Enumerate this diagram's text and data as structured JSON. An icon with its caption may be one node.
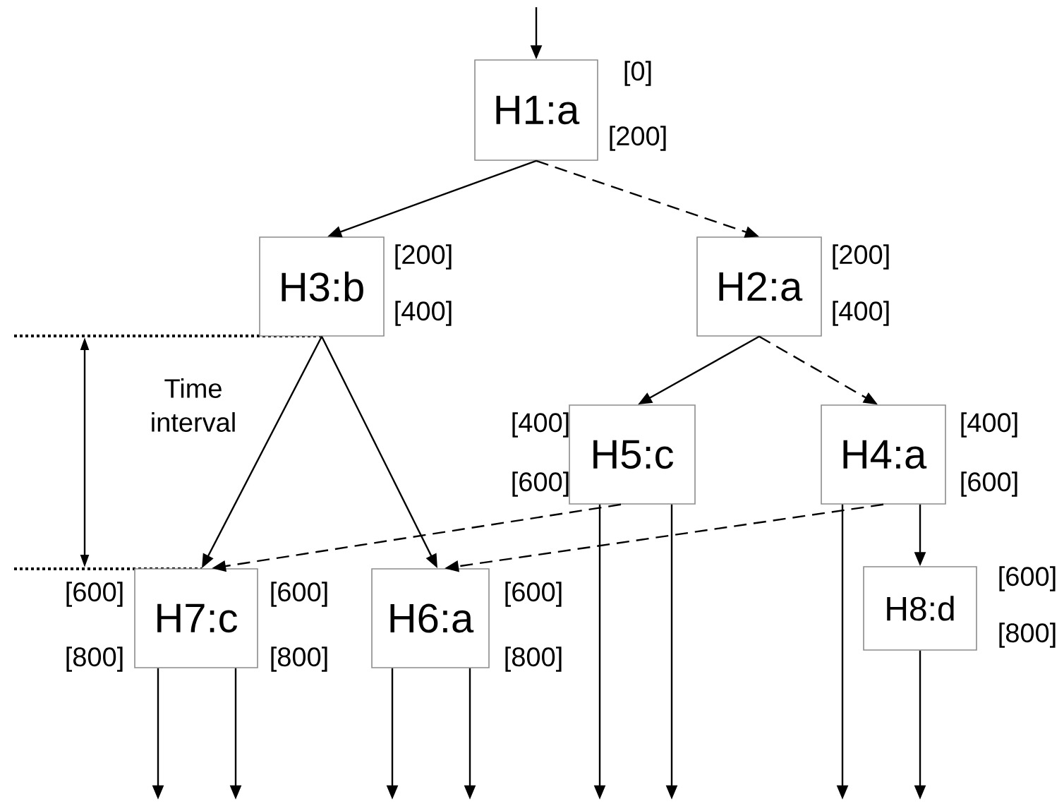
{
  "diagram": {
    "nodes": [
      {
        "text": [
          "H1:a"
        ],
        "beside": [
          "[0]",
          "[200]"
        ]
      },
      {
        "text": [
          "H3:b"
        ],
        "beside": [
          "[200]",
          "[400]"
        ]
      },
      {
        "text": [
          "H2:a"
        ],
        "beside": [
          "[200]",
          "[400]"
        ]
      },
      {
        "text": [
          "H5:c"
        ],
        "beside": [
          "[400]",
          "[600]"
        ]
      },
      {
        "text": [
          "H4:a"
        ],
        "beside": [
          "[400]",
          "[600]"
        ]
      },
      {
        "text": [
          "H7:c"
        ],
        "beside": [
          "[600]",
          "[600]",
          "[800]",
          "[800]"
        ]
      },
      {
        "text": [
          "H6:a"
        ],
        "beside": [
          "[600]",
          "[800]"
        ]
      },
      {
        "text": [
          "H8:d"
        ],
        "beside": [
          "[600]",
          "[800]"
        ]
      }
    ],
    "edges": [
      {
        "from": null,
        "to": 0,
        "arrow": "to"
      },
      {
        "from": 0,
        "to": 1,
        "arrow": "to"
      },
      {
        "from": 0,
        "to": 2,
        "arrow": "to",
        "style": "dashed"
      },
      {
        "from": 1,
        "to": 5,
        "arrow": "to"
      },
      {
        "from": 1,
        "to": 6,
        "arrow": "to"
      },
      {
        "from": 2,
        "to": 3,
        "arrow": "to"
      },
      {
        "from": 2,
        "to": 4,
        "arrow": "to",
        "style": "dashed"
      },
      {
        "from": 3,
        "to": 5,
        "arrow": "to",
        "style": "dashed"
      },
      {
        "from": 4,
        "to": 6,
        "arrow": "to",
        "style": "dashed"
      },
      {
        "from": 4,
        "to": 7,
        "arrow": "to"
      },
      {
        "from": 5,
        "to": null,
        "arrow": "to"
      },
      {
        "from": 5,
        "to": null,
        "arrow": "to"
      },
      {
        "from": 6,
        "to": null,
        "arrow": "to"
      },
      {
        "from": 6,
        "to": null,
        "arrow": "to"
      },
      {
        "from": 3,
        "to": null,
        "arrow": "to"
      },
      {
        "from": 3,
        "to": null,
        "arrow": "to"
      },
      {
        "from": 4,
        "to": null,
        "arrow": "to"
      },
      {
        "from": 7,
        "to": null,
        "arrow": "to"
      }
    ],
    "labels": [
      "Time interval"
    ]
  }
}
